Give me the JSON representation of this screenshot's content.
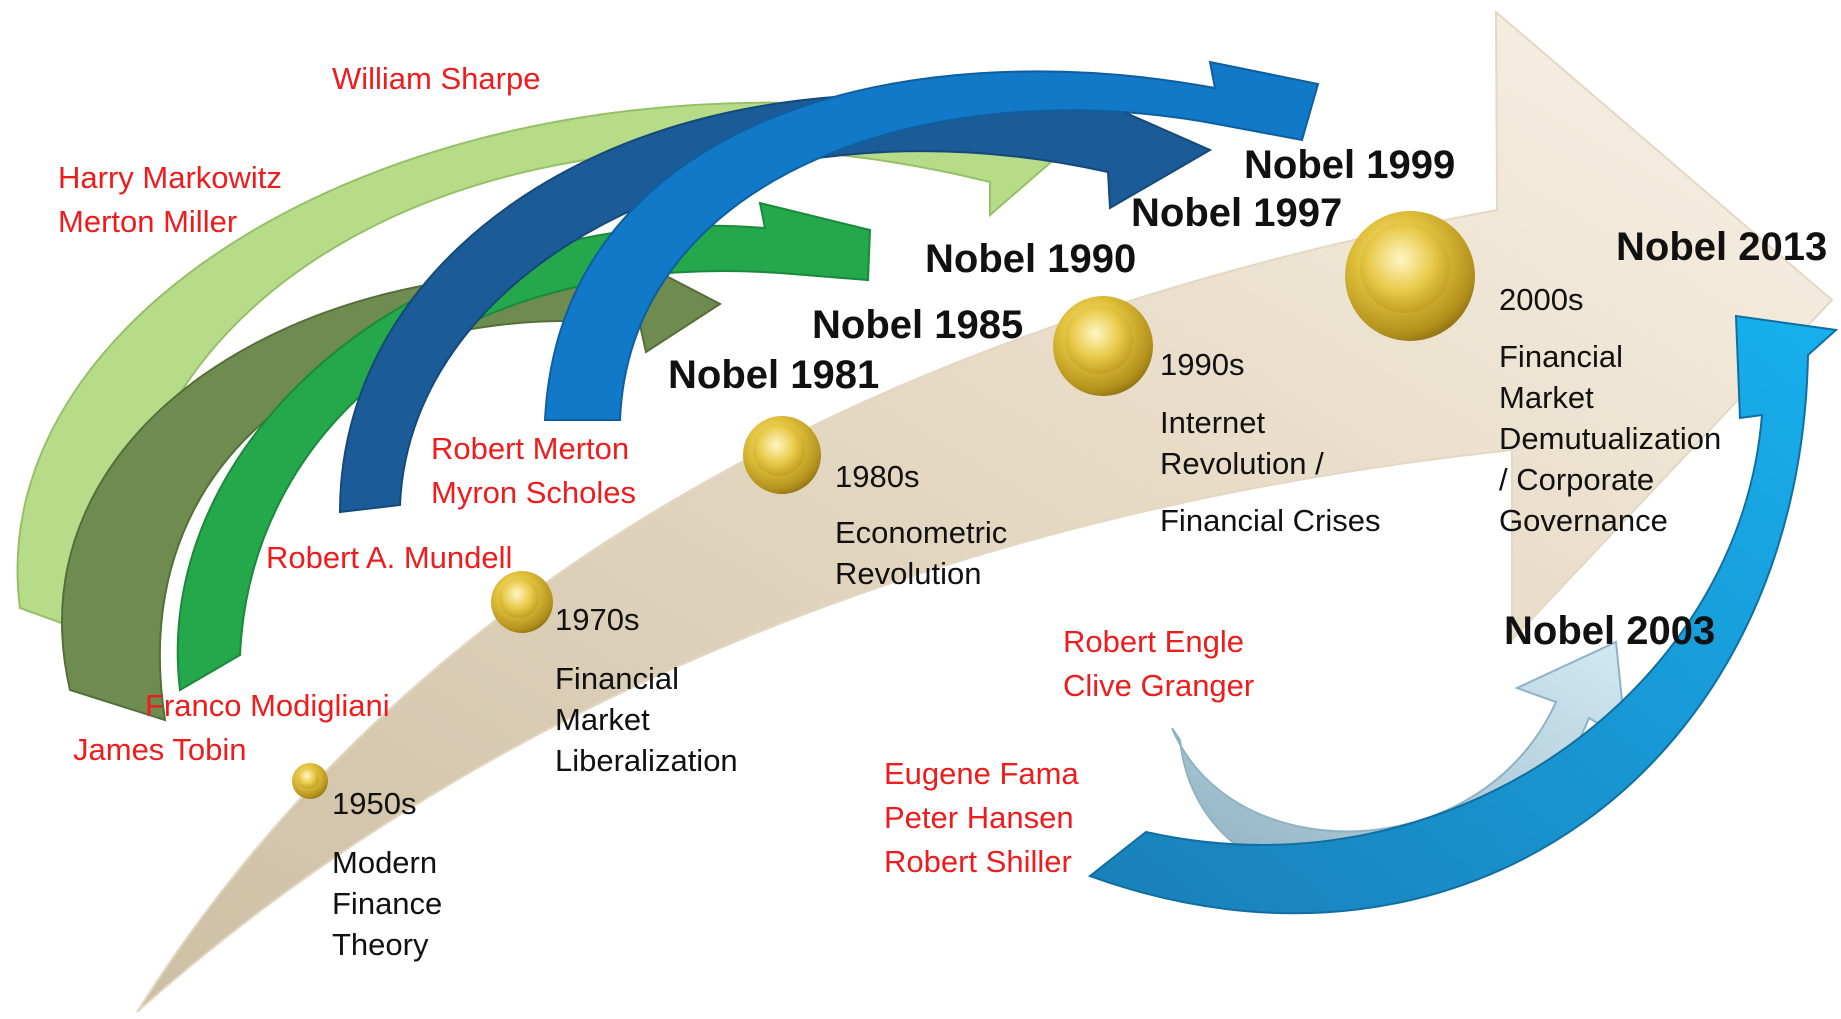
{
  "colors": {
    "laureate_text": "#ee1c1c",
    "nobel_text": "#111111",
    "main_arrow_light": "#f7f0e2",
    "main_arrow_dark": "#d6c7ae",
    "coin_gold": "#d9b52a",
    "arrow_light_green": "#b6dc8a",
    "arrow_olive": "#6e8c4f",
    "arrow_green": "#24a84b",
    "arrow_dark_blue": "#1b5c98",
    "arrow_blue": "#1279c8",
    "arrow_cyan": "#15a6e4",
    "arrow_pale_blue": "#a9cfe0"
  },
  "milestones": [
    {
      "decade": "1950s",
      "theme": [
        "Modern",
        "Finance",
        "Theory"
      ]
    },
    {
      "decade": "1970s",
      "theme": [
        "Financial",
        "Market",
        "Liberalization"
      ]
    },
    {
      "decade": "1980s",
      "theme": [
        "Econometric",
        "Revolution"
      ]
    },
    {
      "decade": "1990s",
      "theme": [
        "Internet",
        "Revolution /",
        "Financial Crises"
      ]
    },
    {
      "decade": "2000s",
      "theme": [
        "Financial",
        "Market",
        "Demutualization",
        "/ Corporate",
        "Governance"
      ]
    }
  ],
  "nobels": {
    "n1981": "Nobel 1981",
    "n1985": "Nobel 1985",
    "n1990": "Nobel 1990",
    "n1997": "Nobel 1997",
    "n1999": "Nobel 1999",
    "n2003": "Nobel 2003",
    "n2013": "Nobel 2013"
  },
  "laureates": {
    "sharpe": "William Sharpe",
    "markowitz": "Harry Markowitz",
    "miller": "Merton Miller",
    "merton": "Robert Merton",
    "scholes": "Myron Scholes",
    "mundell": "Robert A. Mundell",
    "modigliani": "Franco Modigliani",
    "tobin": "James Tobin",
    "engle": "Robert Engle",
    "granger": "Clive Granger",
    "fama": "Eugene Fama",
    "hansen": "Peter Hansen",
    "shiller": "Robert Shiller"
  }
}
